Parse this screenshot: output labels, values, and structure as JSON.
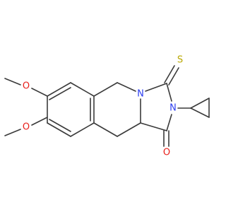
{
  "diagram": {
    "kind": "structural-formula",
    "atoms": {
      "methoxy_top_o": "O",
      "methoxy_bottom_o": "O",
      "ring_n": "N",
      "amide_n": "N",
      "thione_s": "S",
      "carbonyl_o": "O"
    },
    "colors": {
      "bond": "#3a3a3a",
      "oxygen": "#e8211c",
      "nitrogen": "#2b3df0",
      "sulfur": "#b9a800"
    }
  }
}
